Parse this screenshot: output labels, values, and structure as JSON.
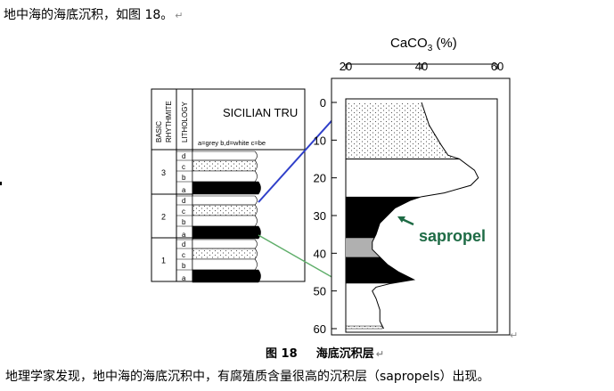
{
  "document": {
    "intro_text": "地中海的海底沉积，如图 18。",
    "figure_caption_label": "图  18",
    "figure_caption_text": "海底沉积层",
    "body_text": "地理学家发现，地中海的海底沉积中，有腐殖质含量很高的沉积层（sapropels）出现。",
    "paragraph_mark": "↵"
  },
  "left_column": {
    "header_basic": "BASIC",
    "header_rhythmite": "RHYTHMITE",
    "header_lithology": "LITHOLOGY",
    "title": "SICILIAN TRU",
    "legend": "a=grey  b,d=white  c=be",
    "rhythms": [
      {
        "number": "3",
        "layers": [
          "d",
          "c",
          "b",
          "a"
        ]
      },
      {
        "number": "2",
        "layers": [
          "d",
          "c",
          "b",
          "a"
        ]
      },
      {
        "number": "1",
        "layers": [
          "d",
          "c",
          "b",
          "a"
        ]
      }
    ]
  },
  "chart_data": {
    "type": "area",
    "xlabel_main": "CaCO",
    "xlabel_sub": "3",
    "xlabel_unit": " (%)",
    "xticks": [
      20,
      40,
      60
    ],
    "yticks": [
      0,
      10,
      20,
      30,
      40,
      50,
      60
    ],
    "xlim": [
      20,
      60
    ],
    "ylim": [
      0,
      60
    ],
    "profile": [
      {
        "x": 40,
        "y": 0
      },
      {
        "x": 42,
        "y": 6
      },
      {
        "x": 45,
        "y": 11
      },
      {
        "x": 47,
        "y": 14
      },
      {
        "x": 50,
        "y": 15
      },
      {
        "x": 54,
        "y": 18
      },
      {
        "x": 55,
        "y": 20
      },
      {
        "x": 53,
        "y": 22
      },
      {
        "x": 46,
        "y": 24
      },
      {
        "x": 40,
        "y": 25
      },
      {
        "x": 37,
        "y": 26
      },
      {
        "x": 33,
        "y": 28
      },
      {
        "x": 31,
        "y": 30
      },
      {
        "x": 29,
        "y": 32
      },
      {
        "x": 28,
        "y": 35
      },
      {
        "x": 27,
        "y": 37
      },
      {
        "x": 27,
        "y": 39
      },
      {
        "x": 29,
        "y": 41
      },
      {
        "x": 31,
        "y": 43
      },
      {
        "x": 34,
        "y": 45
      },
      {
        "x": 38,
        "y": 47
      },
      {
        "x": 32,
        "y": 48
      },
      {
        "x": 28,
        "y": 49
      },
      {
        "x": 27,
        "y": 50
      },
      {
        "x": 28,
        "y": 52
      },
      {
        "x": 29,
        "y": 55
      },
      {
        "x": 29,
        "y": 58
      },
      {
        "x": 30,
        "y": 60
      }
    ],
    "annotation": "sapropel"
  },
  "colors": {
    "blue_connector": "#2f3fc9",
    "green_connector": "#5fae6a",
    "annotation_green": "#1e6b45",
    "grey_layer": "#b0b0b0"
  }
}
